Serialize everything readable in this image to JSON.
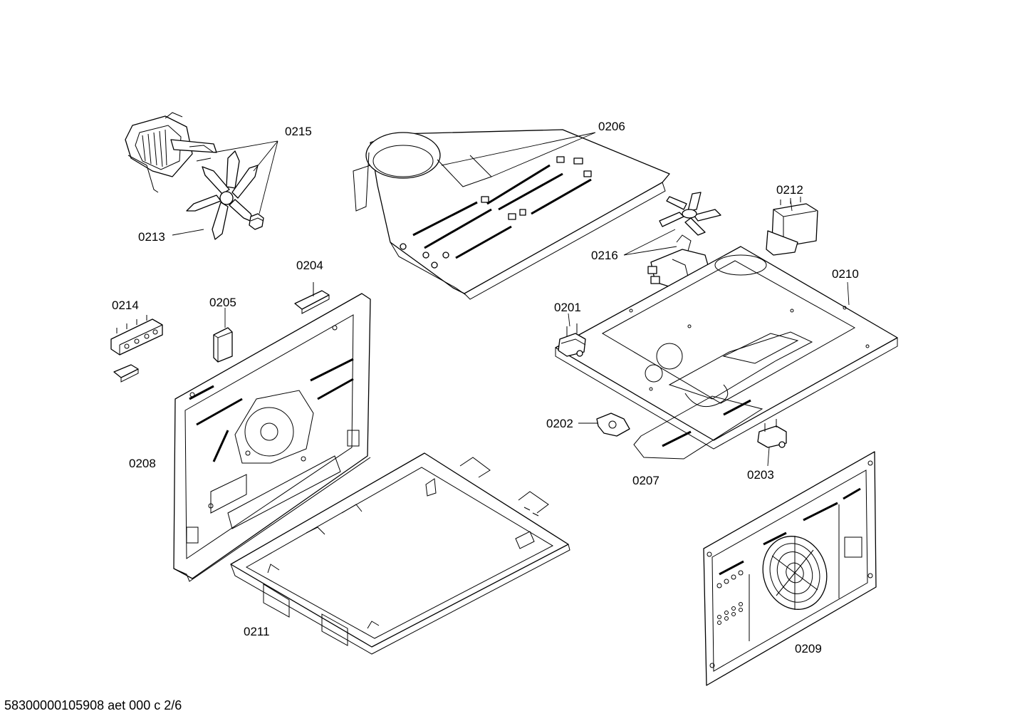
{
  "diagram": {
    "labels": {
      "p0215": "0215",
      "p0213": "0213",
      "p0206": "0206",
      "p0212": "0212",
      "p0216": "0216",
      "p0210": "0210",
      "p0204": "0204",
      "p0214": "0214",
      "p0205": "0205",
      "p0201": "0201",
      "p0202": "0202",
      "p0207": "0207",
      "p0203": "0203",
      "p0208": "0208",
      "p0211": "0211",
      "p0209": "0209"
    },
    "footer": "58300000105908 aet 000 c 2/6"
  }
}
